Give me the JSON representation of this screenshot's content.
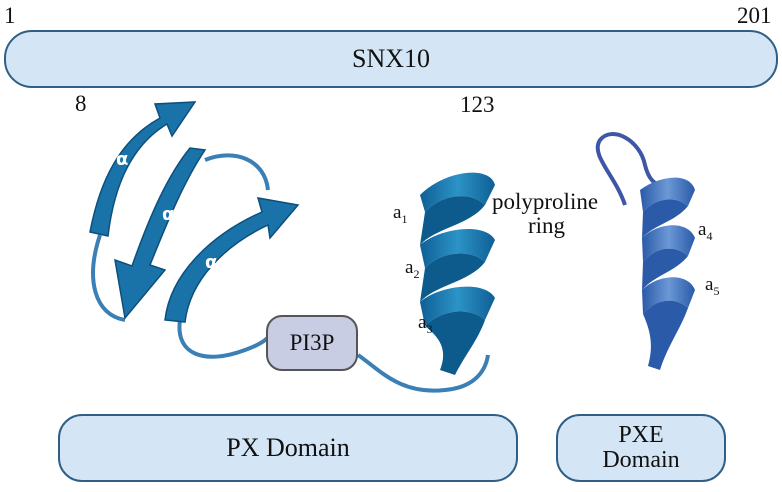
{
  "protein": {
    "name": "SNX10",
    "start": "1",
    "end": "201",
    "px_start": "8",
    "px_end": "123"
  },
  "domains": {
    "px": "PX Domain",
    "pxe_line1": "PXE",
    "pxe_line2": "Domain"
  },
  "ligand": "PI3P",
  "strand_label": "α",
  "polyproline": {
    "line1": "polyproline",
    "line2": "ring"
  },
  "helix_labels": {
    "a1": {
      "base": "a",
      "sub": "1"
    },
    "a2": {
      "base": "a",
      "sub": "2"
    },
    "a3": {
      "base": "a",
      "sub": "3"
    },
    "a4": {
      "base": "a",
      "sub": "4"
    },
    "a5": {
      "base": "a",
      "sub": "5"
    }
  },
  "colors": {
    "bar_fill": "#d4e6f5",
    "bar_border": "#2f5f86",
    "strand": "#1a73a8",
    "helix_px": "#1f7fb0",
    "helix_pxe": "#4a7dc4",
    "loop": "#3a7fb5",
    "ring": "#3f56a6",
    "ligand_fill": "#c9cde3"
  }
}
